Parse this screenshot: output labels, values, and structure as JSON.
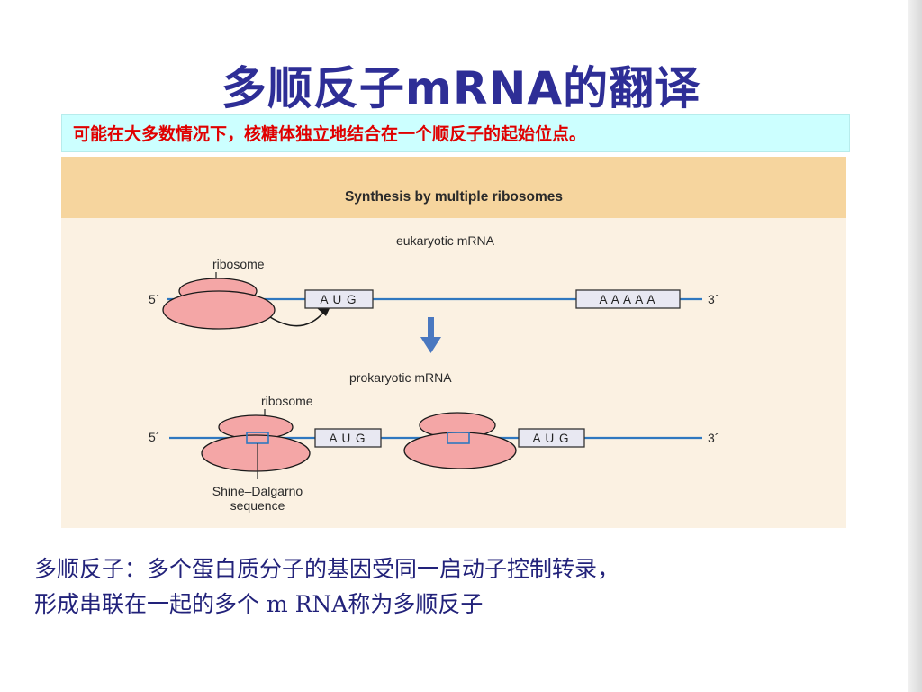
{
  "slide": {
    "title": "多顺反子mRNA的翻译",
    "subtitle": "可能在大多数情况下，核糖体独立地结合在一个顺反子的起始位点。"
  },
  "figure": {
    "title": "Synthesis by multiple ribosomes",
    "eukaryotic": {
      "label": "eukaryotic mRNA",
      "ribosome_label": "ribosome",
      "five_prime": "5´",
      "three_prime": "3´",
      "start_codon": "A U G",
      "poly_a": "A A A A A"
    },
    "prokaryotic": {
      "label": "prokaryotic mRNA",
      "ribosome_label": "ribosome",
      "five_prime": "5´",
      "three_prime": "3´",
      "start_codon_1": "A U G",
      "start_codon_2": "A U G",
      "sd_label_line1": "Shine–Dalgarno",
      "sd_label_line2": "sequence"
    },
    "colors": {
      "mrna_line": "#2f78c0",
      "ribosome_fill": "#f4a6a6",
      "ribosome_stroke": "#1a1a1a",
      "codon_box_fill": "#e8e8f2",
      "arrow": "#4a78c0",
      "panel_bg": "#fbf1e2",
      "header_bg": "#f6d59e"
    }
  },
  "note": {
    "line1": "多顺反子：多个蛋白质分子的基因受同一启动子控制转录，",
    "line2": "形成串联在一起的多个 m RNA称为多顺反子"
  }
}
